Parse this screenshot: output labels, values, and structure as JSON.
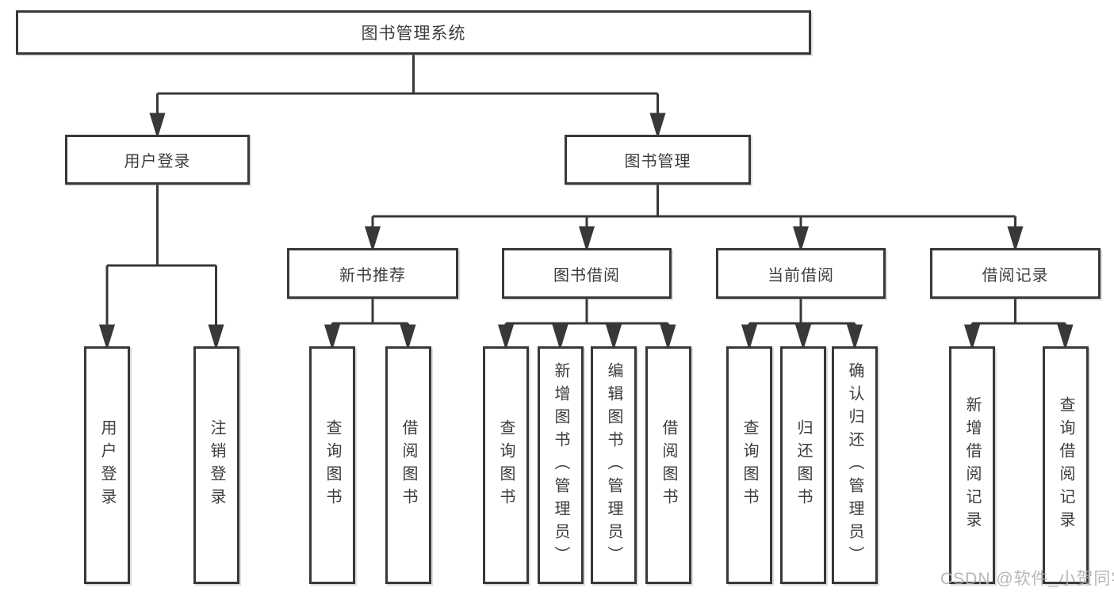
{
  "diagram_title": "图书管理系统",
  "colors": {
    "line": "#383838",
    "box_border": "#383838",
    "text": "#3d3d3d",
    "background": "#ffffff",
    "watermark": "#b0b0b0"
  },
  "tree": {
    "label": "图书管理系统",
    "children": [
      {
        "label": "用户登录",
        "children": [
          {
            "label": "用户登录"
          },
          {
            "label": "注销登录"
          }
        ]
      },
      {
        "label": "图书管理",
        "children": [
          {
            "label": "新书推荐",
            "children": [
              {
                "label": "查询图书"
              },
              {
                "label": "借阅图书"
              }
            ]
          },
          {
            "label": "图书借阅",
            "children": [
              {
                "label": "查询图书"
              },
              {
                "label": "新增图书（管理员）"
              },
              {
                "label": "编辑图书（管理员）"
              },
              {
                "label": "借阅图书"
              }
            ]
          },
          {
            "label": "当前借阅",
            "children": [
              {
                "label": "查询图书"
              },
              {
                "label": "归还图书"
              },
              {
                "label": "确认归还（管理员）"
              }
            ]
          },
          {
            "label": "借阅记录",
            "children": [
              {
                "label": "新增借阅记录"
              },
              {
                "label": "查询借阅记录"
              }
            ]
          }
        ]
      }
    ]
  },
  "watermark": {
    "text": "CSDN @软件_小贺同学"
  }
}
